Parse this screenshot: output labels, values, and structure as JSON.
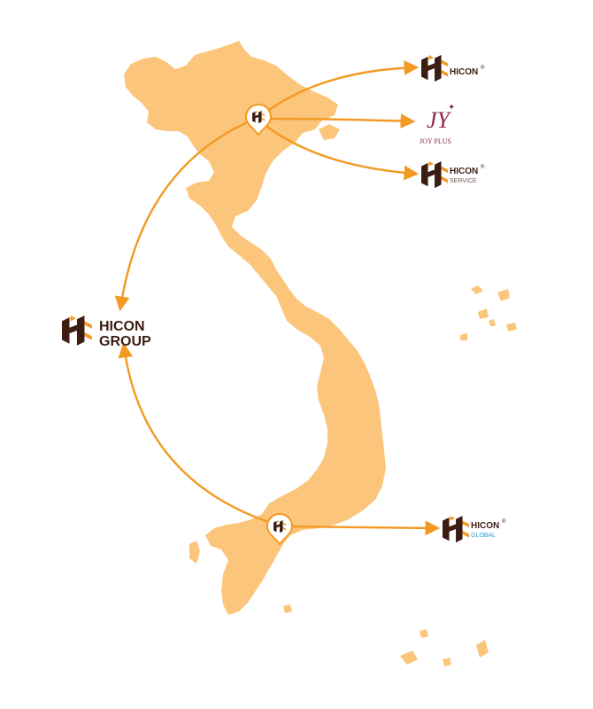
{
  "colors": {
    "land": "#fcc57c",
    "arrow": "#f29a22",
    "logo_dark": "#3b1d12",
    "logo_accent": "#f29a22",
    "joy_plus": "#8a2a52",
    "global_blue": "#2a9fd6",
    "service_grey": "#6b5a52",
    "pin_fill": "#ffffff"
  },
  "icons": {
    "hub_north": "hicon-pin-icon",
    "hub_south": "hicon-pin-icon",
    "logo_mark": "hicon-logo-icon"
  },
  "brands": {
    "group": {
      "name_line1": "HICON",
      "name_line2": "GROUP"
    },
    "hicon": {
      "name": "HICON",
      "mark": "®"
    },
    "joy_plus": {
      "monogram": "JY",
      "name": "JOY PLUS"
    },
    "service": {
      "name": "HICON",
      "mark": "®",
      "sub": "SERVICE"
    },
    "global": {
      "name": "HICON",
      "mark": "®",
      "sub": "GLOBAL"
    }
  }
}
